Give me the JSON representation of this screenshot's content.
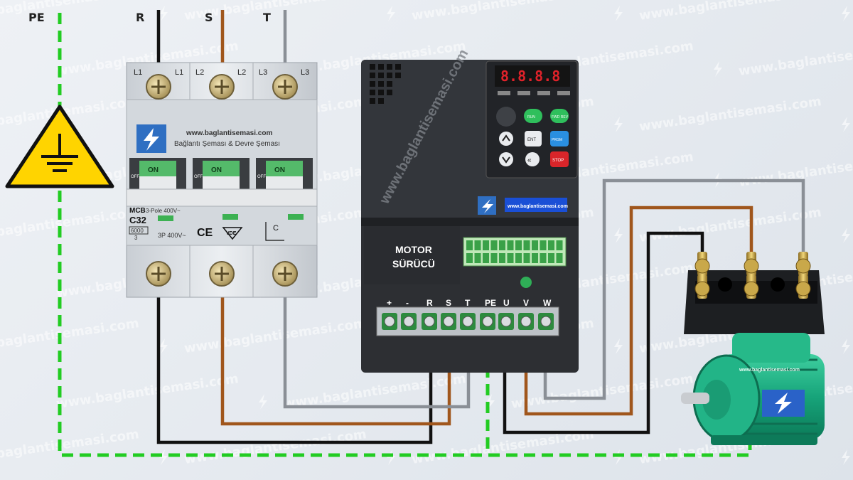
{
  "phases": {
    "pe": "PE",
    "r": "R",
    "s": "S",
    "t": "T"
  },
  "breaker": {
    "terminals": [
      "L1",
      "L1",
      "L2",
      "L2",
      "L3",
      "L3"
    ],
    "site": "www.baglantisemasi.com",
    "subtitle": "Bağlantı Şeması & Devre Şeması",
    "on": "ON",
    "off": "OFF",
    "mcb": "MCB",
    "poles": "3-Pole 400V~",
    "rating": "C32",
    "breaking": "6000",
    "breaking_class": "3",
    "voltage": "3P 400V~",
    "ce": "CE",
    "vde": "VDE",
    "c_mark": "C"
  },
  "drive": {
    "display": "8.8.8.8",
    "title_line1": "MOTOR",
    "title_line2": "SÜRÜCÜ",
    "keys": [
      "RUN",
      "FWD REV",
      "ENT",
      "PRGM",
      "STOP"
    ],
    "brand_site": "www.baglantisemasi.com",
    "diag_watermark": "www.baglantisemasi.com",
    "terminals": [
      "+",
      "-",
      "R",
      "S",
      "T",
      "PE",
      "U",
      "V",
      "W"
    ]
  },
  "motor": {
    "site": "www.baglantisemasi.com"
  },
  "watermark": "www.baglantisemasi.com",
  "colors": {
    "black": "#111111",
    "brown": "#a0561c",
    "gray": "#8a8f96",
    "ground": "#22cc22",
    "motor": "#1aa37a"
  }
}
